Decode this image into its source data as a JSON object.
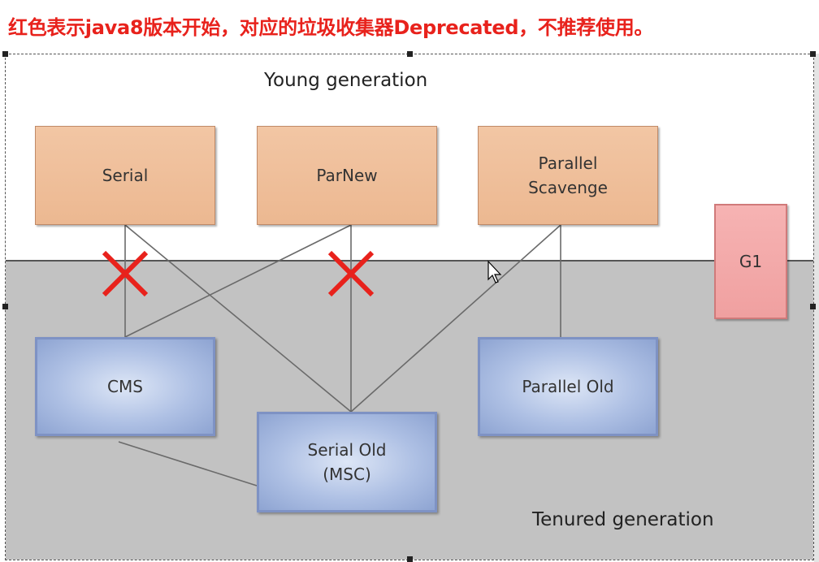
{
  "header": {
    "note": "红色表示java8版本开始，对应的垃圾收集器Deprecated，不推荐使用。"
  },
  "zones": {
    "young": "Young generation",
    "tenured": "Tenured generation"
  },
  "young_collectors": [
    {
      "id": "serial",
      "label": "Serial"
    },
    {
      "id": "parnew",
      "label": "ParNew"
    },
    {
      "id": "parallel-scavenge",
      "label": "Parallel\nScavenge"
    }
  ],
  "tenured_collectors": [
    {
      "id": "cms",
      "label": "CMS"
    },
    {
      "id": "serial-old",
      "label": "Serial Old\n(MSC)"
    },
    {
      "id": "parallel-old",
      "label": "Parallel Old"
    }
  ],
  "both_generations": {
    "label": "G1"
  },
  "combinations": [
    {
      "from": "serial",
      "to": "cms",
      "deprecated": true
    },
    {
      "from": "serial",
      "to": "serial-old",
      "deprecated": false
    },
    {
      "from": "parnew",
      "to": "cms",
      "deprecated": false
    },
    {
      "from": "parnew",
      "to": "serial-old",
      "deprecated": true
    },
    {
      "from": "parallel-scavenge",
      "to": "serial-old",
      "deprecated": false
    },
    {
      "from": "parallel-scavenge",
      "to": "parallel-old",
      "deprecated": false
    },
    {
      "from": "cms",
      "to": "serial-old",
      "deprecated": false
    }
  ],
  "colors": {
    "deprecated_mark": "#e8221c",
    "young_box": "#efbf9a",
    "old_box": "#aec0e4",
    "g1_box": "#f4aaaa"
  }
}
